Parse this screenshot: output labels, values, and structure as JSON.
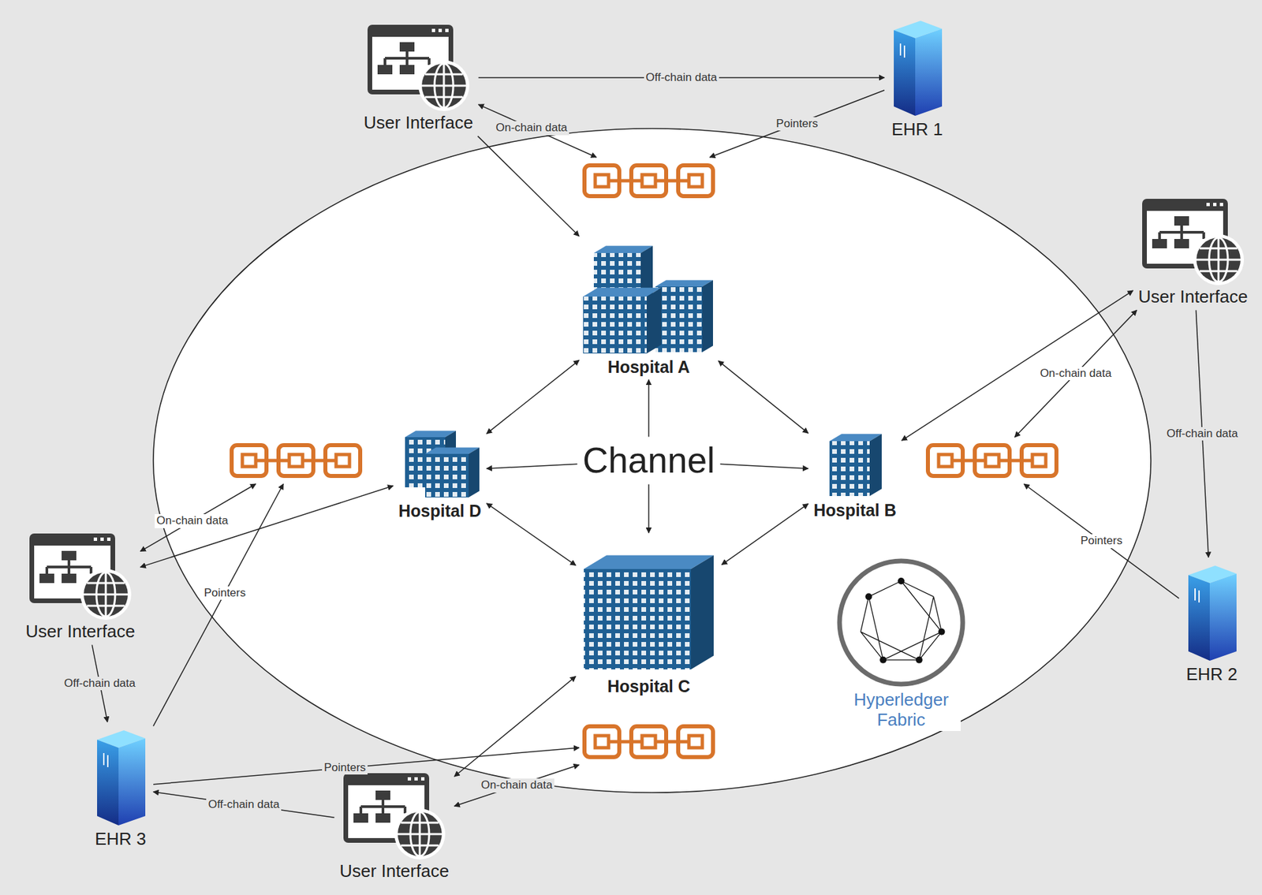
{
  "diagram": {
    "nodes": [
      {
        "text": [
          "User Interface"
        ]
      },
      {
        "text": [
          "EHR 1"
        ]
      },
      {
        "text": []
      },
      {
        "text": [
          "User Interface"
        ]
      },
      {
        "text": [
          "Hospital A"
        ]
      },
      {
        "text": [
          "Hospital D"
        ]
      },
      {
        "text": [
          "Channel"
        ]
      },
      {
        "text": [
          "Hospital B"
        ]
      },
      {
        "text": []
      },
      {
        "text": []
      },
      {
        "text": [
          "User Interface"
        ]
      },
      {
        "text": [
          "Hospital C"
        ]
      },
      {
        "text": [
          "EHR 2"
        ]
      },
      {
        "text": [
          "Hyperledger Fabric"
        ]
      },
      {
        "text": [
          "EHR 3"
        ]
      },
      {
        "text": []
      },
      {
        "text": [
          "User Interface"
        ]
      }
    ],
    "edges": [
      {
        "from": 0,
        "to": 1,
        "label": "Off-chain data",
        "arrow": "to"
      },
      {
        "from": 0,
        "to": 2,
        "label": "On-chain data",
        "arrow": "both"
      },
      {
        "from": 1,
        "to": 2,
        "label": "Pointers",
        "arrow": "to"
      },
      {
        "from": 0,
        "to": 4,
        "arrow": "to"
      },
      {
        "from": 4,
        "to": 5,
        "arrow": "both"
      },
      {
        "from": 4,
        "to": 7,
        "arrow": "both"
      },
      {
        "from": 6,
        "to": 4,
        "arrow": "to"
      },
      {
        "from": 6,
        "to": 5,
        "arrow": "to"
      },
      {
        "from": 6,
        "to": 7,
        "arrow": "to"
      },
      {
        "from": 6,
        "to": 11,
        "arrow": "to"
      },
      {
        "from": 5,
        "to": 11,
        "arrow": "both"
      },
      {
        "from": 7,
        "to": 11,
        "arrow": "both"
      },
      {
        "from": 3,
        "to": 7,
        "arrow": "both"
      },
      {
        "from": 3,
        "to": 9,
        "label": "On-chain data",
        "arrow": "both"
      },
      {
        "from": 3,
        "to": 12,
        "label": "Off-chain data",
        "arrow": "to"
      },
      {
        "from": 12,
        "to": 9,
        "label": "Pointers",
        "arrow": "to"
      },
      {
        "from": 10,
        "to": 8,
        "label": "On-chain data",
        "arrow": "both"
      },
      {
        "from": 10,
        "to": 5,
        "arrow": "both"
      },
      {
        "from": 10,
        "to": 14,
        "label": "Off-chain data",
        "arrow": "to"
      },
      {
        "from": 14,
        "to": 8,
        "label": "Pointers",
        "arrow": "to"
      },
      {
        "from": 14,
        "to": 15,
        "label": "Pointers",
        "arrow": "to"
      },
      {
        "from": 16,
        "to": 14,
        "label": "Off-chain data",
        "arrow": "to"
      },
      {
        "from": 16,
        "to": 15,
        "label": "On-chain data",
        "arrow": "both"
      },
      {
        "from": 16,
        "to": 11,
        "arrow": "both"
      }
    ]
  }
}
